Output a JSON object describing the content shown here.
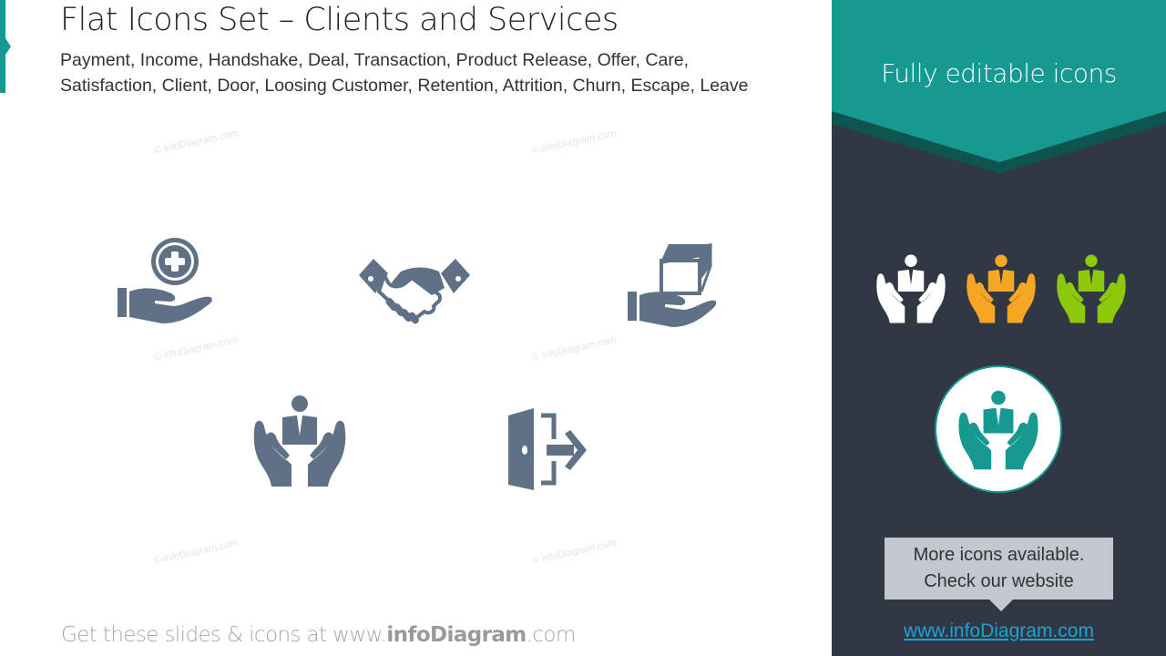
{
  "header": {
    "title": "Flat Icons Set – Clients and Services",
    "subtitle_line1": "Payment, Income, Handshake, Deal, Transaction, Product Release, Offer, Care,",
    "subtitle_line2": "Satisfaction, Client, Door, Loosing Customer, Retention, Attrition, Churn, Escape, Leave"
  },
  "watermark": "© infoDiagram.com",
  "icons": [
    {
      "name": "payment-hand-plus-icon",
      "color": "#5f7185"
    },
    {
      "name": "handshake-icon",
      "color": "#5f7185"
    },
    {
      "name": "product-release-hand-box-icon",
      "color": "#5f7185"
    },
    {
      "name": "client-care-hands-icon",
      "color": "#5f7185"
    },
    {
      "name": "door-exit-icon",
      "color": "#5f7185"
    }
  ],
  "footer": {
    "prefix": "Get these slides & icons at www.",
    "brand": "infoDiagram",
    "suffix": ".com"
  },
  "side_panel": {
    "banner_text": "Fully editable icons",
    "colors": {
      "teal": "#169991",
      "teal_dark": "#0e5550",
      "panel_bg": "#303844",
      "white": "#ffffff",
      "orange": "#f5a623",
      "green": "#8cc90a"
    },
    "callout_line1": "More icons available.",
    "callout_line2": "Check our website",
    "link": "www.infoDiagram.com"
  }
}
